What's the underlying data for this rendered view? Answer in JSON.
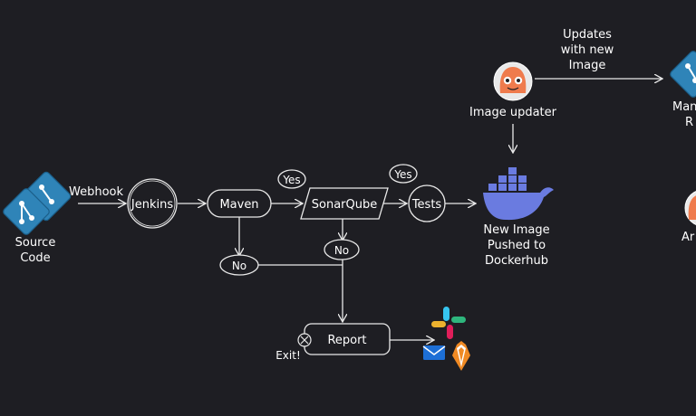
{
  "nodes": {
    "source_code": {
      "line1": "Source",
      "line2": "Code"
    },
    "webhook": "Webhook",
    "jenkins": "Jenkins",
    "maven": "Maven",
    "sonarqube": "SonarQube",
    "tests": "Tests",
    "yes_sonar": "Yes",
    "yes_tests": "Yes",
    "no_maven": "No",
    "no_sonar": "No",
    "report": "Report",
    "exit": "Exit!",
    "docker": {
      "line1": "New Image",
      "line2": "Pushed to",
      "line3": "Dockerhub"
    },
    "image_updater": "Image updater",
    "updates": {
      "line1": "Updates",
      "line2": "with new",
      "line3": "Image"
    },
    "manifest": {
      "line1": "Man",
      "line2": "R"
    },
    "argo": "Ar"
  },
  "colors": {
    "background": "#1e1e23",
    "line": "#e9e9e9",
    "git": "#2f84b8",
    "docker": "#6a7be0",
    "gitlab": "#f08a24",
    "outlook": "#1d6fd6",
    "argo": "#ef7b4d"
  },
  "icons": [
    "git-icon",
    "argo-octopus-icon",
    "docker-whale-icon",
    "slack-icon",
    "outlook-mail-icon",
    "gitlab-icon"
  ]
}
